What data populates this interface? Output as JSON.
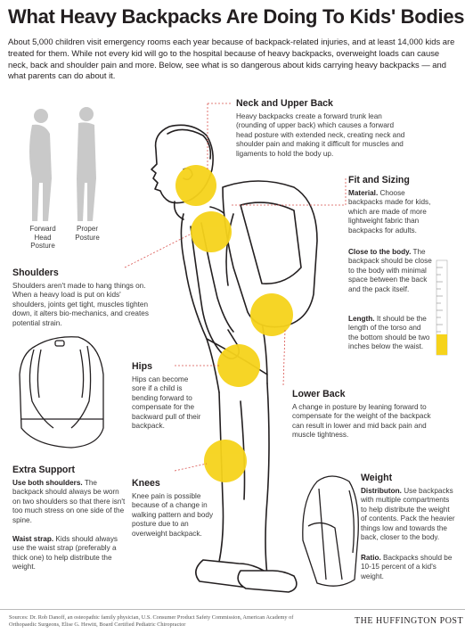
{
  "title": "What Heavy Backpacks Are Doing To Kids' Bodies",
  "intro": "About 5,000 children visit emergency rooms each year because of backpack-related injuries, and at least 14,000 kids are treated for them. While not every kid will go to the hospital because of heavy backpacks, overweight loads can cause neck, back and shoulder pain and more. Below, see what is so dangerous about kids carrying heavy backpacks — and what parents can do about it.",
  "posture": {
    "forward_head": "Forward Head Posture",
    "proper": "Proper Posture"
  },
  "neck": {
    "heading": "Neck and Upper Back",
    "body": "Heavy backpacks create a forward trunk lean (rounding of upper back) which causes a forward head posture with extended neck, creating neck and shoulder pain and making it difficult for muscles and ligaments to hold the body up."
  },
  "fit": {
    "heading": "Fit and Sizing",
    "material_label": "Material.",
    "material_text": "Choose backpacks made for kids, which are made of more lightweight fabric than backpacks for adults.",
    "close_label": "Close to the body.",
    "close_text": "The backpack should be close to the body with minimal space between the back and the pack itself.",
    "length_label": "Length.",
    "length_text": "It should be the length of the torso and the bottom should be two inches below the waist."
  },
  "shoulders": {
    "heading": "Shoulders",
    "body": "Shoulders aren't made to hang things on. When a heavy load is put on kids' shoulders, joints get tight, muscles tighten down, it alters bio-mechanics, and creates potential strain."
  },
  "hips": {
    "heading": "Hips",
    "body": "Hips can become sore if a child is bending forward to compensate for the backward pull of their backpack."
  },
  "lower_back": {
    "heading": "Lower Back",
    "body": "A change in posture by leaning forward to compensate for the weight of the backpack can result in lower and mid back pain and muscle tightness."
  },
  "support": {
    "heading": "Extra Support",
    "both_label": "Use both shoulders.",
    "both_text": "The backpack should always be worn on two shoulders so that there isn't too much stress on one side of the spine.",
    "waist_label": "Waist strap.",
    "waist_text": "Kids should always use the waist strap (preferably a thick one) to help distribute the weight."
  },
  "knees": {
    "heading": "Knees",
    "body": "Knee pain is possible because of a change in walking pattern and body posture due to an overweight backpack."
  },
  "weight": {
    "heading": "Weight",
    "dist_label": "Distributon.",
    "dist_text": "Use backpacks with multiple compartments to help distribute the weight of contents. Pack the heavier things low and towards the back, closer to the body.",
    "ratio_label": "Ratio.",
    "ratio_text": "Backpacks should be 10-15 percent of a kid's weight."
  },
  "sources": "Sources: Dr. Rob Danoff, an osteopathic family physician, U.S. Consumer Product Safety Commission, American Academy of Orthopaedic Surgeons, Elise G. Hewitt, Board Certified Pediatric Chiropractor",
  "logo": "THE HUFFINGTON POST",
  "colors": {
    "highlight": "#f6d31b",
    "callout": "#d9534f",
    "text": "#231f20",
    "silhouette": "#c9c9c9"
  }
}
